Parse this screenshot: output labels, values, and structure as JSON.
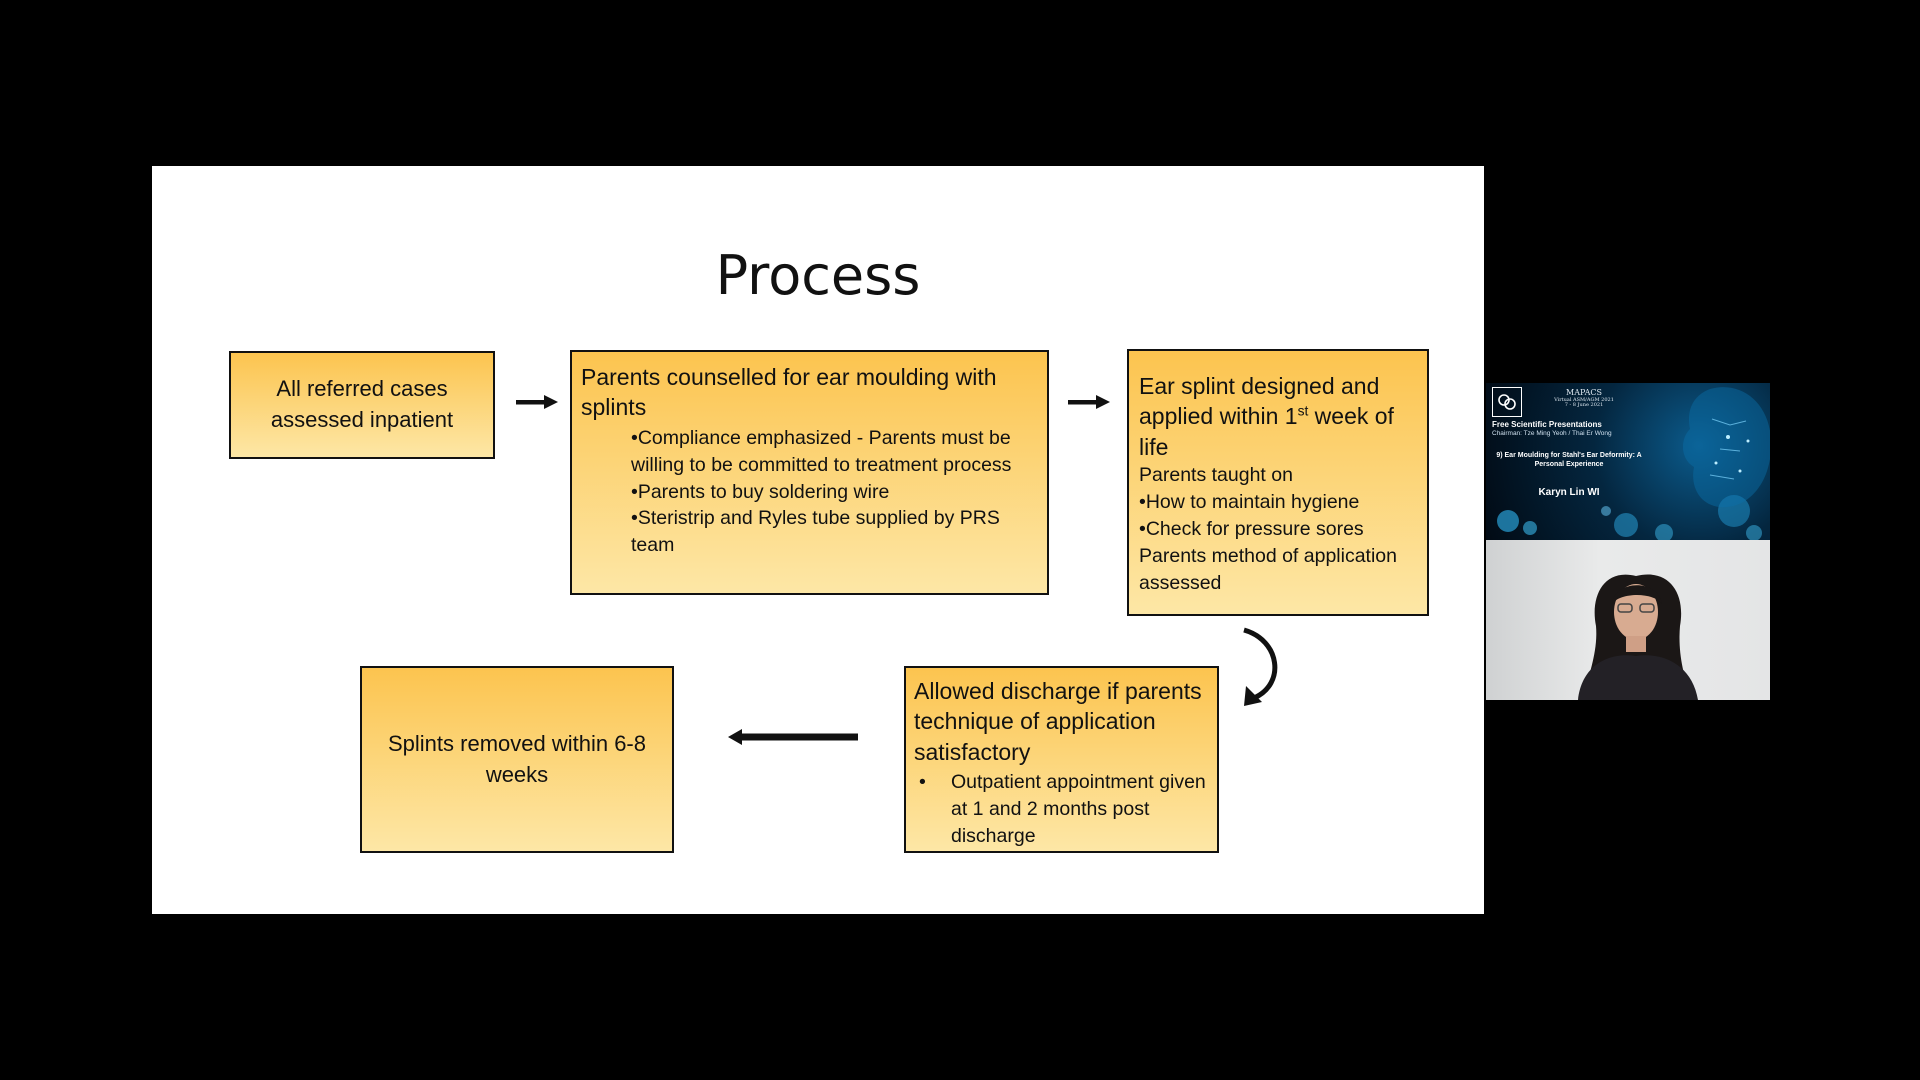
{
  "slide": {
    "title": "Process",
    "box1": {
      "text": "All referred cases assessed inpatient"
    },
    "box2": {
      "heading": "Parents counselled for ear moulding with splints",
      "bullets": [
        "•Compliance emphasized - Parents must be willing to be committed to treatment process",
        "•Parents to buy soldering wire",
        "•Steristrip and Ryles tube supplied by PRS team"
      ]
    },
    "box3": {
      "heading_pre": "Ear splint designed and applied within 1",
      "heading_sup": "st",
      "heading_post": " week of life",
      "lines": [
        "Parents taught on",
        "•How to maintain hygiene",
        "•Check for pressure sores",
        "Parents method of application assessed"
      ]
    },
    "box4": {
      "text": "Splints removed within 6-8 weeks"
    },
    "box5": {
      "heading": "Allowed discharge if parents technique of application satisfactory",
      "bullet_symbol": "•",
      "bullet": "Outpatient appointment given at 1 and 2 months post discharge"
    }
  },
  "webinar": {
    "org_name": "MAPACS",
    "org_sub": "Virtual ASM/AGM 2021",
    "org_date": "7 - 8 June 2021",
    "session": "Free Scientific Presentations",
    "chairman": "Chairman: Tze Ming Yeoh / Thai Er Wong",
    "talk_title": "9) Ear Moulding for Stahl's Ear Deformity: A Personal Experience",
    "speaker": "Karyn Lin WI",
    "logo_icon": "mapacs-logo-icon"
  },
  "colors": {
    "box_fill_top": "#fcc44f",
    "box_fill_bottom": "#fde7a6",
    "background": "#000000",
    "slide": "#ffffff"
  }
}
